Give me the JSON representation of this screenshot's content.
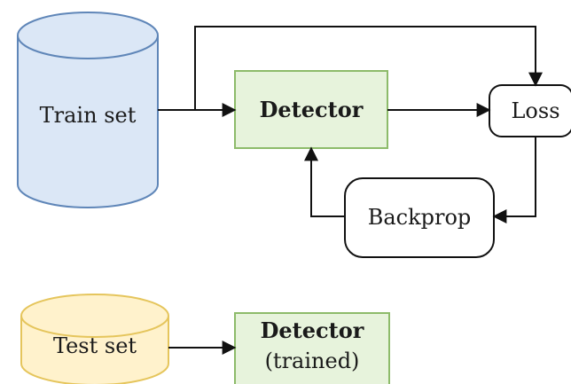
{
  "train_set": {
    "label": "Train set"
  },
  "detector": {
    "label": "Detector"
  },
  "loss": {
    "label": "Loss"
  },
  "backprop": {
    "label": "Backprop"
  },
  "test_set": {
    "label": "Test set"
  },
  "trained_detector": {
    "title": "Detector",
    "subtitle": "(trained)"
  },
  "colors": {
    "train_fill": "#dbe7f6",
    "train_stroke": "#5f86b8",
    "detector_fill": "#e7f3dc",
    "detector_stroke": "#8dbb6a",
    "test_fill": "#fff2cc",
    "test_stroke": "#e5c55c",
    "node_stroke": "#111111",
    "arrow": "#111111"
  }
}
